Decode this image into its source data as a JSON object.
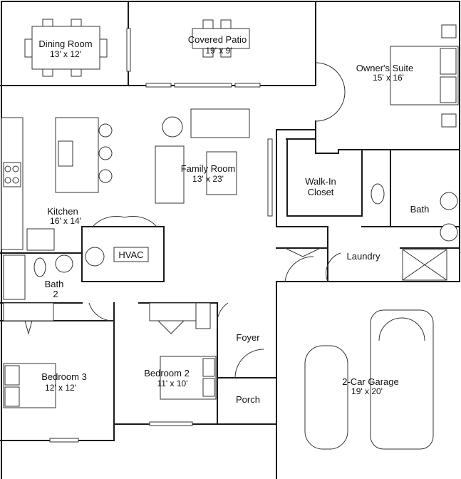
{
  "rooms": {
    "dining": {
      "name": "Dining Room",
      "dim": "13' x 12'"
    },
    "patio": {
      "name": "Covered Patio",
      "dim": "19' x 9'"
    },
    "owners": {
      "name": "Owner's Suite",
      "dim": "15' x 16'"
    },
    "family": {
      "name": "Family Room",
      "dim": "13' x 23'"
    },
    "walkin_l1": "Walk-In",
    "walkin_l2": "Closet",
    "bath": "Bath",
    "kitchen": {
      "name": "Kitchen",
      "dim": "16' x 14'"
    },
    "hvac": "HVAC",
    "laundry": "Laundry",
    "bath2_l1": "Bath",
    "bath2_l2": "2",
    "foyer": "Foyer",
    "bedroom3": {
      "name": "Bedroom 3",
      "dim": "12' x 12'"
    },
    "bedroom2": {
      "name": "Bedroom 2",
      "dim": "11' x 10'"
    },
    "garage": {
      "name": "2-Car Garage",
      "dim": "19' x 20'"
    },
    "porch": "Porch"
  }
}
